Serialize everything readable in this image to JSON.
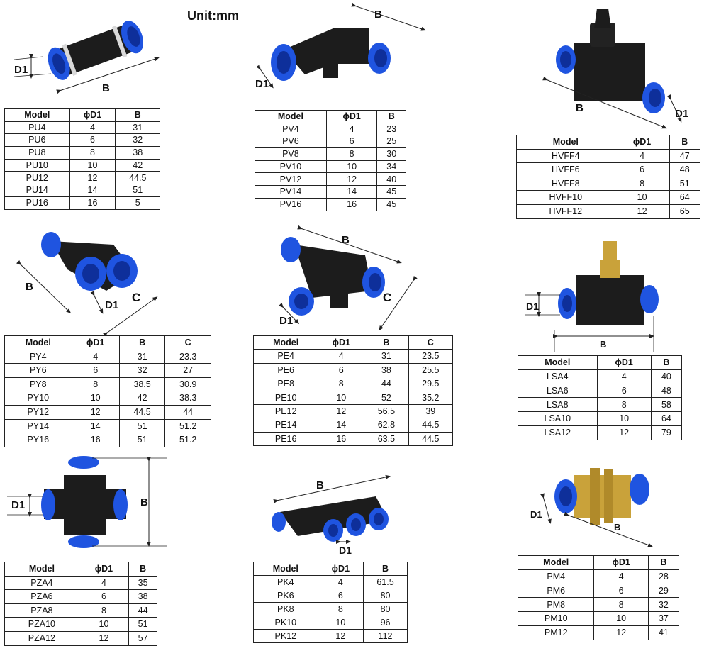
{
  "title": "Unit:mm",
  "colors": {
    "fitting_blue": "#1f54e0",
    "body_black": "#1c1c1c",
    "brass": "#c9a23a",
    "ring_silver": "#d9d9d9"
  },
  "products": [
    {
      "id": "pu",
      "icon": "straight-union-fitting-icon",
      "dims": [
        "D1",
        "B"
      ],
      "headers": [
        "Model",
        "ɸD1",
        "B"
      ],
      "rows": [
        [
          "PU4",
          "4",
          "31"
        ],
        [
          "PU6",
          "6",
          "32"
        ],
        [
          "PU8",
          "8",
          "38"
        ],
        [
          "PU10",
          "10",
          "42"
        ],
        [
          "PU12",
          "12",
          "44.5"
        ],
        [
          "PU14",
          "14",
          "51"
        ],
        [
          "PU16",
          "16",
          "5"
        ]
      ]
    },
    {
      "id": "pv",
      "icon": "elbow-union-fitting-icon",
      "dims": [
        "D1",
        "B"
      ],
      "headers": [
        "Model",
        "ɸD1",
        "B"
      ],
      "rows": [
        [
          "PV4",
          "4",
          "23"
        ],
        [
          "PV6",
          "6",
          "25"
        ],
        [
          "PV8",
          "8",
          "30"
        ],
        [
          "PV10",
          "10",
          "34"
        ],
        [
          "PV12",
          "12",
          "40"
        ],
        [
          "PV14",
          "14",
          "45"
        ],
        [
          "PV16",
          "16",
          "45"
        ]
      ]
    },
    {
      "id": "hvff",
      "icon": "hand-valve-fitting-icon",
      "dims": [
        "D1",
        "B"
      ],
      "headers": [
        "Model",
        "ɸD1",
        "B"
      ],
      "rows": [
        [
          "HVFF4",
          "4",
          "47"
        ],
        [
          "HVFF6",
          "6",
          "48"
        ],
        [
          "HVFF8",
          "8",
          "51"
        ],
        [
          "HVFF10",
          "10",
          "64"
        ],
        [
          "HVFF12",
          "12",
          "65"
        ]
      ]
    },
    {
      "id": "py",
      "icon": "y-union-fitting-icon",
      "dims": [
        "D1",
        "B",
        "C"
      ],
      "headers": [
        "Model",
        "ɸD1",
        "B",
        "C"
      ],
      "rows": [
        [
          "PY4",
          "4",
          "31",
          "23.3"
        ],
        [
          "PY6",
          "6",
          "32",
          "27"
        ],
        [
          "PY8",
          "8",
          "38.5",
          "30.9"
        ],
        [
          "PY10",
          "10",
          "42",
          "38.3"
        ],
        [
          "PY12",
          "12",
          "44.5",
          "44"
        ],
        [
          "PY14",
          "14",
          "51",
          "51.2"
        ],
        [
          "PY16",
          "16",
          "51",
          "51.2"
        ]
      ]
    },
    {
      "id": "pe",
      "icon": "tee-union-fitting-icon",
      "dims": [
        "D1",
        "B",
        "C"
      ],
      "headers": [
        "Model",
        "ɸD1",
        "B",
        "C"
      ],
      "rows": [
        [
          "PE4",
          "4",
          "31",
          "23.5"
        ],
        [
          "PE6",
          "6",
          "38",
          "25.5"
        ],
        [
          "PE8",
          "8",
          "44",
          "29.5"
        ],
        [
          "PE10",
          "10",
          "52",
          "35.2"
        ],
        [
          "PE12",
          "12",
          "56.5",
          "39"
        ],
        [
          "PE14",
          "14",
          "62.8",
          "44.5"
        ],
        [
          "PE16",
          "16",
          "63.5",
          "44.5"
        ]
      ]
    },
    {
      "id": "lsa",
      "icon": "flow-control-valve-icon",
      "dims": [
        "D1",
        "B"
      ],
      "headers": [
        "Model",
        "ɸD1",
        "B"
      ],
      "rows": [
        [
          "LSA4",
          "4",
          "40"
        ],
        [
          "LSA6",
          "6",
          "48"
        ],
        [
          "LSA8",
          "8",
          "58"
        ],
        [
          "LSA10",
          "10",
          "64"
        ],
        [
          "LSA12",
          "12",
          "79"
        ]
      ]
    },
    {
      "id": "pza",
      "icon": "cross-union-fitting-icon",
      "dims": [
        "D1",
        "B"
      ],
      "headers": [
        "Model",
        "ɸD1",
        "B"
      ],
      "rows": [
        [
          "PZA4",
          "4",
          "35"
        ],
        [
          "PZA6",
          "6",
          "38"
        ],
        [
          "PZA8",
          "8",
          "44"
        ],
        [
          "PZA10",
          "10",
          "51"
        ],
        [
          "PZA12",
          "12",
          "57"
        ]
      ]
    },
    {
      "id": "pk",
      "icon": "manifold-union-fitting-icon",
      "dims": [
        "D1",
        "B"
      ],
      "headers": [
        "Model",
        "ɸD1",
        "B"
      ],
      "rows": [
        [
          "PK4",
          "4",
          "61.5"
        ],
        [
          "PK6",
          "6",
          "80"
        ],
        [
          "PK8",
          "8",
          "80"
        ],
        [
          "PK10",
          "10",
          "96"
        ],
        [
          "PK12",
          "12",
          "112"
        ]
      ]
    },
    {
      "id": "pm",
      "icon": "bulkhead-union-fitting-icon",
      "dims": [
        "D1",
        "B"
      ],
      "headers": [
        "Model",
        "ɸD1",
        "B"
      ],
      "rows": [
        [
          "PM4",
          "4",
          "28"
        ],
        [
          "PM6",
          "6",
          "29"
        ],
        [
          "PM8",
          "8",
          "32"
        ],
        [
          "PM10",
          "10",
          "37"
        ],
        [
          "PM12",
          "12",
          "41"
        ]
      ]
    }
  ]
}
